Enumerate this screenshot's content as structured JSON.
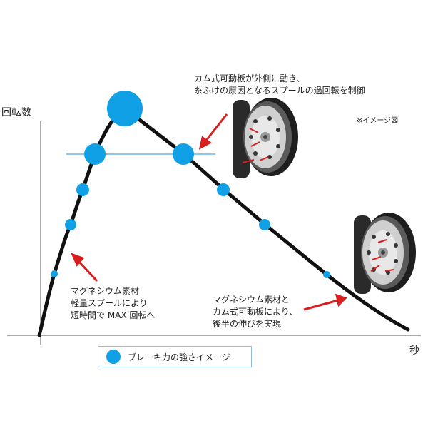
{
  "axes": {
    "y_label": "回転数",
    "x_label": "秒"
  },
  "image_note": "※イメージ図",
  "annotations": {
    "top": [
      "カム式可動板が外側に動き、",
      "糸ふけの原因となるスプールの過回転を制御"
    ],
    "left": [
      "マグネシウム素材",
      "軽量スプールにより",
      "短時間で MAX 回転へ"
    ],
    "right": [
      "マグネシウム素材と",
      "カム式可動板により、",
      "後半の伸びを実現"
    ]
  },
  "legend": {
    "label": "ブレーキ力の強さイメージ"
  },
  "colors": {
    "curve": "#111111",
    "dot": "#0fa0e6",
    "reference_line": "#4aa8dc",
    "arrow": "#d81e1e",
    "axis": "#555555"
  }
}
